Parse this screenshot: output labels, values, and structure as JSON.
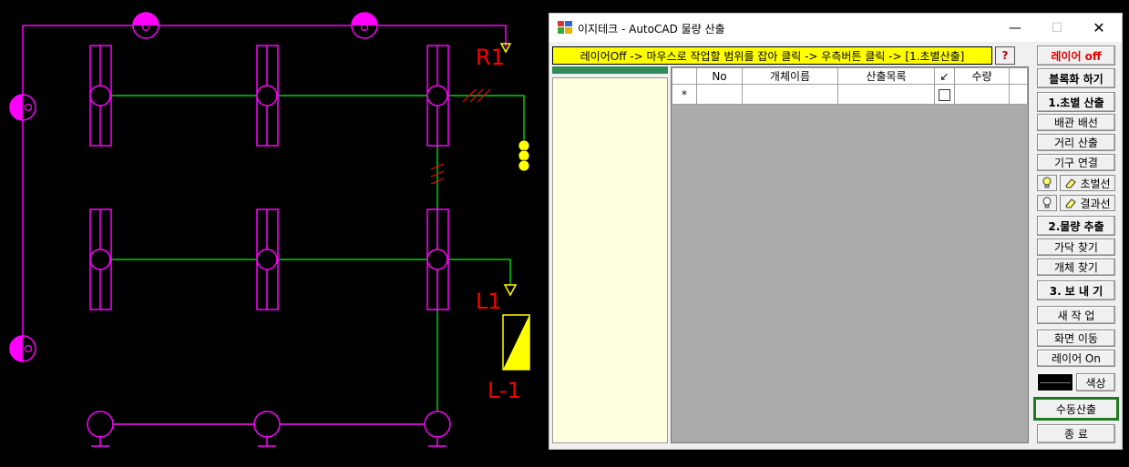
{
  "cad": {
    "labels": {
      "r1": "R1",
      "l1": "L1",
      "panel": "L-1"
    },
    "colors": {
      "magenta": "#ff00ff",
      "green": "#00ff00",
      "yellow": "#ffff00",
      "red": "#ff0000",
      "background": "#000000"
    }
  },
  "window": {
    "title": "이지테크 - AutoCAD 물량 산출",
    "minimize_glyph": "—",
    "maximize_glyph": "☐",
    "close_glyph": "✕"
  },
  "instruction": "레이어Off -> 마우스로 작업할 범위를 잡아 클릭 -> 우측버튼 클릭 -> [1.초별산출]",
  "help_label": "?",
  "grid": {
    "columns": [
      "",
      "No",
      "개체이름",
      "산출목록",
      "↙",
      "수량",
      ""
    ],
    "new_row_marker": "*"
  },
  "sidebar": {
    "layer_off": "레이어 off",
    "blockify": "블록화 하기",
    "section1": "1.초별 산출",
    "piping": "배관 배선",
    "distance": "거리 산출",
    "fixture_link": "기구 연결",
    "draft_line": "초벌선",
    "result_line": "결과선",
    "section2": "2.물량 추출",
    "find_duct": "가닥 찾기",
    "find_object": "개체 찾기",
    "section3": "3. 보 내 기",
    "new_job": "새 작 업",
    "move_view": "화면 이동",
    "layer_on": "레이어 On",
    "color": "색상",
    "manual_calc": "수동산출",
    "exit": "종 료"
  }
}
